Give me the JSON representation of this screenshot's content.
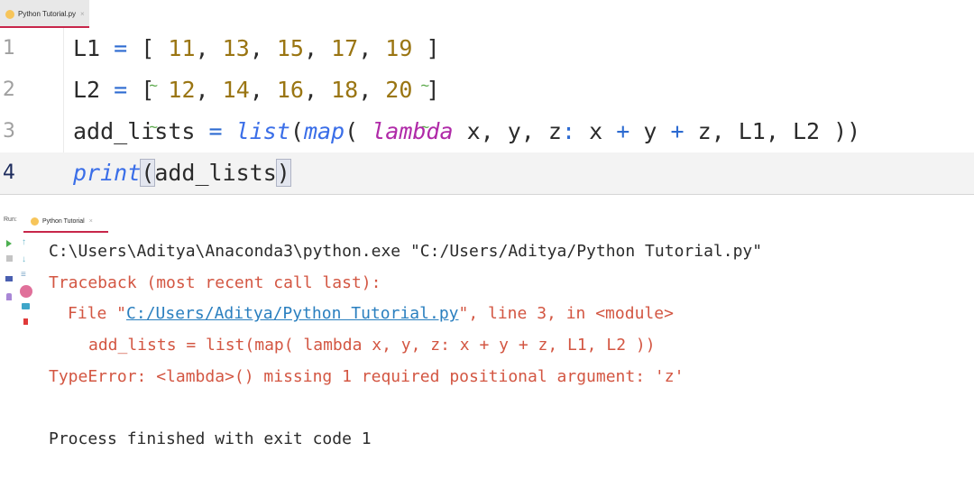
{
  "editor_tab": {
    "label": "Python Tutorial.py",
    "close": "×",
    "icon": "python-file-icon"
  },
  "editor": {
    "lines": [
      {
        "number": "1",
        "text": "L1 = [ 11, 13, 15, 17, 19 ]",
        "tokens": {
          "name": "L1",
          "eq": "=",
          "open": "[",
          "values": [
            "11",
            "13",
            "15",
            "17",
            "19"
          ],
          "close": "]"
        }
      },
      {
        "number": "2",
        "text": "L2 = [ 12, 14, 16, 18, 20 ]",
        "tokens": {
          "name": "L2",
          "eq": "=",
          "open": "[",
          "values": [
            "12",
            "14",
            "16",
            "18",
            "20"
          ],
          "close": "]"
        }
      },
      {
        "number": "3",
        "text": "add_lists = list(map( lambda x, y, z: x + y + z, L1, L2 ))",
        "tokens": {
          "name": "add_lists",
          "eq": "=",
          "list": "list",
          "map": "map",
          "lambda": "lambda",
          "params": "x, y, z",
          "colon": ":",
          "x": "x",
          "plus": "+",
          "y": "y",
          "z": "z",
          "args": "L1, L2",
          "closing": "))"
        }
      },
      {
        "number": "4",
        "text": "print(add_lists)",
        "tokens": {
          "print": "print",
          "open": "(",
          "arg": "add_lists",
          "close": ")"
        }
      }
    ],
    "current_line": 4
  },
  "run_panel": {
    "label": "Run:",
    "tab": {
      "label": "Python Tutorial",
      "close": "×",
      "icon": "python-file-icon"
    },
    "toolbar": [
      "rerun-icon",
      "stop-icon",
      "layout-icon",
      "pin-icon",
      "scroll-up-icon",
      "scroll-down-icon",
      "soft-wrap-icon",
      "record-icon",
      "print-icon",
      "trash-icon"
    ],
    "output": {
      "command": "C:\\Users\\Aditya\\Anaconda3\\python.exe \"C:/Users/Aditya/Python Tutorial.py\"",
      "traceback_header": "Traceback (most recent call last):",
      "file_prefix": "File \"",
      "file_link": "C:/Users/Aditya/Python Tutorial.py",
      "file_suffix": "\", line 3, in <module>",
      "source_line": "add_lists = list(map( lambda x, y, z: x + y + z, L1, L2 ))",
      "error": "TypeError: <lambda>() missing 1 required positional argument: 'z'",
      "exit": "Process finished with exit code 1"
    }
  },
  "colors": {
    "tab_underline": "#c8264a",
    "number_literal": "#9a7512",
    "builtin_function": "#3a6ee8",
    "keyword": "#b02aa8",
    "error_text": "#d35642",
    "link": "#2a7fbf"
  }
}
